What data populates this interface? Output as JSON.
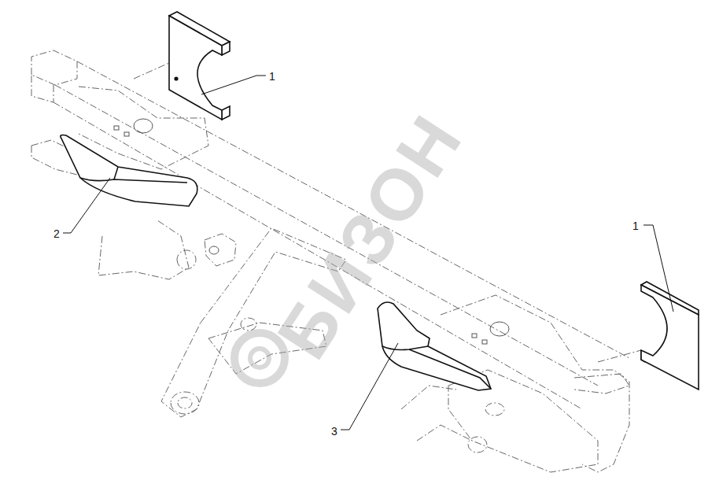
{
  "diagram": {
    "labels": [
      "1",
      "2",
      "1",
      "3",
      "БИЗОН"
    ]
  }
}
